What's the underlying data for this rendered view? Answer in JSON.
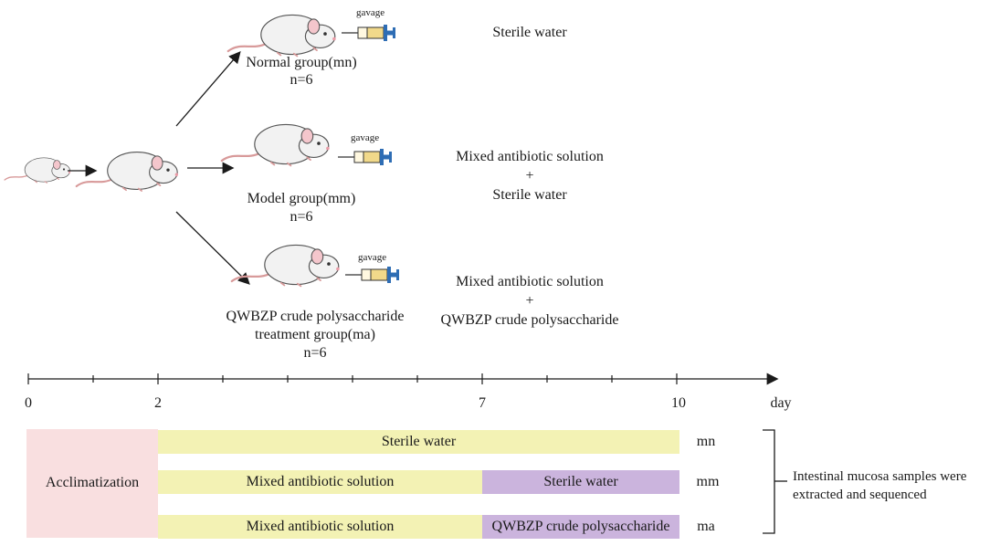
{
  "groups": [
    {
      "name": "Normal group(mn)",
      "n": "n=6",
      "gavage": "gavage",
      "treatment_line1": "Sterile water",
      "treatment_plus": "",
      "treatment_line2": ""
    },
    {
      "name": "Model group(mm)",
      "n": "n=6",
      "gavage": "gavage",
      "treatment_line1": "Mixed antibiotic solution",
      "treatment_plus": "+",
      "treatment_line2": "Sterile water"
    },
    {
      "name_line1": "QWBZP crude polysaccharide",
      "name_line2": "treatment group(ma)",
      "n": "n=6",
      "gavage": "gavage",
      "treatment_line1": "Mixed antibiotic solution",
      "treatment_plus": "+",
      "treatment_line2": "QWBZP crude polysaccharide"
    }
  ],
  "timeline": {
    "ticks": [
      "0",
      "2",
      "7",
      "10"
    ],
    "unit": "day"
  },
  "schedule": {
    "acclimatization": "Acclimatization",
    "rows": [
      {
        "label": "mn",
        "segments": [
          "Sterile water"
        ]
      },
      {
        "label": "mm",
        "segments": [
          "Mixed antibiotic solution",
          "Sterile water"
        ]
      },
      {
        "label": "ma",
        "segments": [
          "Mixed antibiotic solution",
          "QWBZP crude polysaccharide"
        ]
      }
    ],
    "note_line1": "Intestinal mucosa samples were",
    "note_line2": "extracted and sequenced"
  },
  "colors": {
    "acclimatization": "#f9dfe0",
    "water_or_antibiotic": "#f3f2b4",
    "post_day7": "#cbb4dd",
    "arrow": "#1a1a1a",
    "syringe_plunger": "#2e6db4",
    "syringe_fluid": "#f1d98a"
  }
}
